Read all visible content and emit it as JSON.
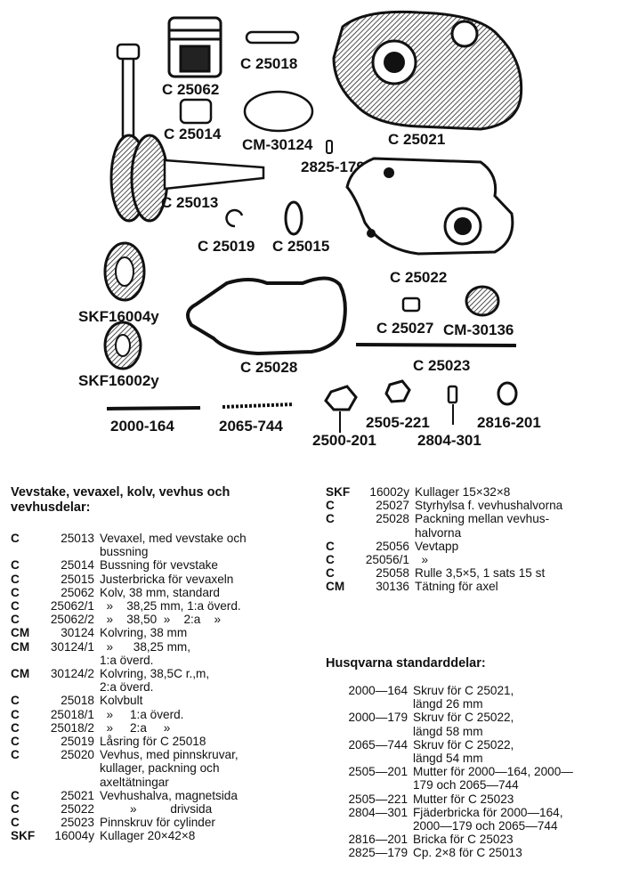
{
  "diagram": {
    "labels": {
      "c25062": "C 25062",
      "c25018": "C 25018",
      "c25014": "C 25014",
      "cm30124": "CM-30124",
      "c25021": "C 25021",
      "p2825": "2825-179",
      "c25013": "C 25013",
      "c25019": "C 25019",
      "c25015": "C 25015",
      "c25022": "C 25022",
      "skf16004": "SKF16004y",
      "skf16002": "SKF16002y",
      "c25028": "C 25028",
      "c25027": "C 25027",
      "cm30136": "CM-30136",
      "c25023": "C 25023",
      "p2000": "2000-164",
      "p2065": "2065-744",
      "p2500": "2500-201",
      "p2505": "2505-221",
      "p2804": "2804-301",
      "p2816": "2816-201"
    }
  },
  "section1": {
    "heading_line1": "Vevstake, vevaxel, kolv, vevhus och",
    "heading_line2": "vevhusdelar:",
    "rows": [
      {
        "pre": "C",
        "num": "25013",
        "desc": "Vevaxel, med vevstake och\nbussning"
      },
      {
        "pre": "C",
        "num": "25014",
        "desc": "Bussning för vevstake"
      },
      {
        "pre": "C",
        "num": "25015",
        "desc": "Justerbricka för vevaxeln"
      },
      {
        "pre": "C",
        "num": "25062",
        "desc": "Kolv, 38 mm, standard"
      },
      {
        "pre": "C",
        "num": "25062/1",
        "desc": "  »    38,25 mm, 1:a överd."
      },
      {
        "pre": "C",
        "num": "25062/2",
        "desc": "  »    38,50  »    2:a    »"
      },
      {
        "pre": "CM",
        "num": "30124",
        "desc": "Kolvring, 38 mm"
      },
      {
        "pre": "CM",
        "num": "30124/1",
        "desc": "  »      38,25 mm,\n1:a överd."
      },
      {
        "pre": "CM",
        "num": "30124/2",
        "desc": "Kolvring, 38,5C r.,m,\n2:a överd."
      },
      {
        "pre": "C",
        "num": "25018",
        "desc": "Kolvbult"
      },
      {
        "pre": "C",
        "num": "25018/1",
        "desc": "  »     1:a överd."
      },
      {
        "pre": "C",
        "num": "25018/2",
        "desc": "  »     2:a     »"
      },
      {
        "pre": "C",
        "num": "25019",
        "desc": "Låsring för C 25018"
      },
      {
        "pre": "C",
        "num": "25020",
        "desc": "Vevhus, med pinnskruvar,\nkullager, packning och\naxeltätningar"
      },
      {
        "pre": "C",
        "num": "25021",
        "desc": "Vevhushalva, magnetsida"
      },
      {
        "pre": "C",
        "num": "25022",
        "desc": "         »          drivsida"
      },
      {
        "pre": "C",
        "num": "25023",
        "desc": "Pinnskruv för cylinder"
      },
      {
        "pre": "SKF",
        "num": "16004y",
        "desc": "Kullager 20×42×8"
      }
    ]
  },
  "section2": {
    "rows": [
      {
        "pre": "SKF",
        "num": "16002y",
        "desc": "Kullager 15×32×8"
      },
      {
        "pre": "C",
        "num": "25027",
        "desc": "Styrhylsa f. vevhushalvorna"
      },
      {
        "pre": "C",
        "num": "25028",
        "desc": "Packning mellan vevhus-\nhalvorna"
      },
      {
        "pre": "C",
        "num": "25056",
        "desc": "Vevtapp"
      },
      {
        "pre": "C",
        "num": "25056/1",
        "desc": "  »"
      },
      {
        "pre": "C",
        "num": "25058",
        "desc": "Rulle 3,5×5, 1 sats 15 st"
      },
      {
        "pre": "CM",
        "num": "30136",
        "desc": "Tätning för axel"
      }
    ]
  },
  "section3": {
    "heading": "Husqvarna standarddelar:",
    "rows": [
      {
        "code": "2000—164",
        "desc": "Skruv för C 25021,\nlängd 26 mm"
      },
      {
        "code": "2000—179",
        "desc": "Skruv för C 25022,\nlängd 58 mm"
      },
      {
        "code": "2065—744",
        "desc": "Skruv för C 25022,\nlängd 54 mm"
      },
      {
        "code": "2505—201",
        "desc": "Mutter för 2000—164, 2000—\n179 och 2065—744"
      },
      {
        "code": "2505—221",
        "desc": "Mutter för C 25023"
      },
      {
        "code": "2804—301",
        "desc": "Fjäderbricka för 2000—164,\n2000—179 och 2065—744"
      },
      {
        "code": "2816—201",
        "desc": "Bricka för C 25023"
      },
      {
        "code": "2825—179",
        "desc": "Cp. 2×8 för C 25013"
      }
    ]
  }
}
